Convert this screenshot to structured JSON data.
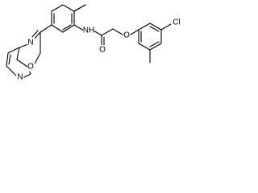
{
  "molecule": {
    "atoms": {
      "n_amide": "NH",
      "o_carbonyl": "O",
      "o_ether": "O",
      "cl": "Cl",
      "n_oxazole": "N",
      "o_oxazole": "O",
      "n_pyridine": "N"
    }
  },
  "colors": {
    "line": "#000000",
    "background": "#ffffff"
  }
}
